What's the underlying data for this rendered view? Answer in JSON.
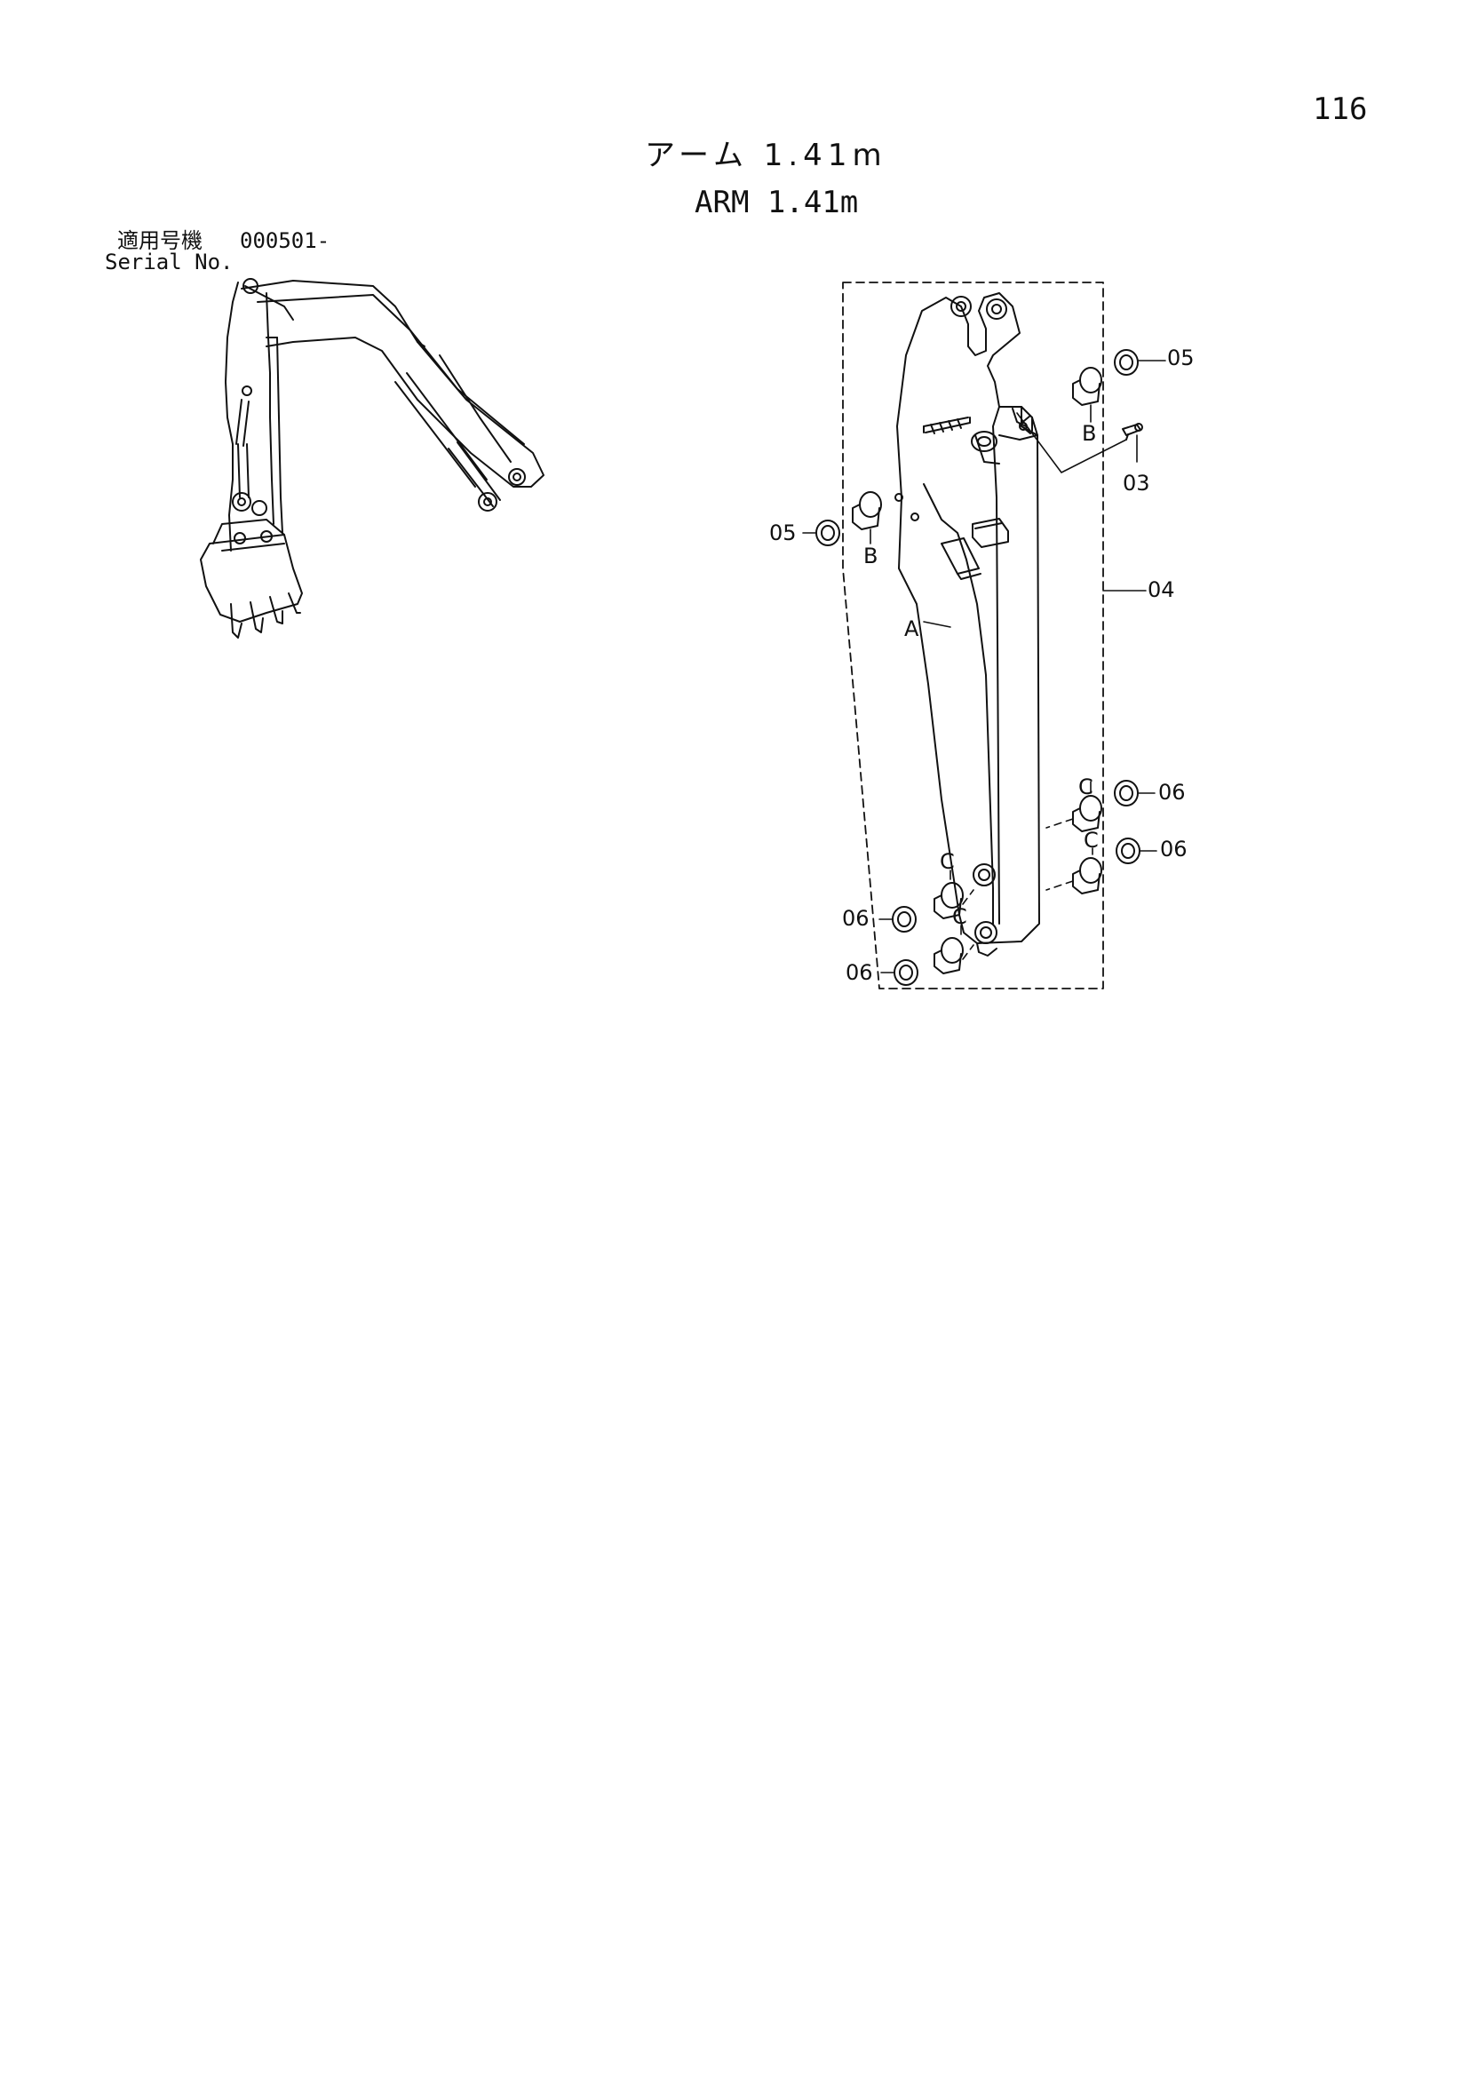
{
  "page": {
    "page_number": "116",
    "title_japanese": "アーム 1.41m",
    "title_english": "ARM 1.41m",
    "serial_label_japanese": "適用号機",
    "serial_range": "000501-",
    "serial_label_english": "Serial No."
  },
  "callouts": {
    "part_03": "03",
    "part_04": "04",
    "part_05_upper": "05",
    "part_05_lower": "05",
    "part_06_right_upper": "06",
    "part_06_right_lower": "06",
    "part_06_left_upper": "06",
    "part_06_left_lower": "06",
    "letter_a": "A",
    "letter_b_upper": "B",
    "letter_b_lower": "B",
    "letter_c_right_upper": "C",
    "letter_c_right_lower": "C",
    "letter_c_left_upper": "C",
    "letter_c_left_lower": "C"
  },
  "colors": {
    "ink": "#111111",
    "paper": "#ffffff"
  }
}
